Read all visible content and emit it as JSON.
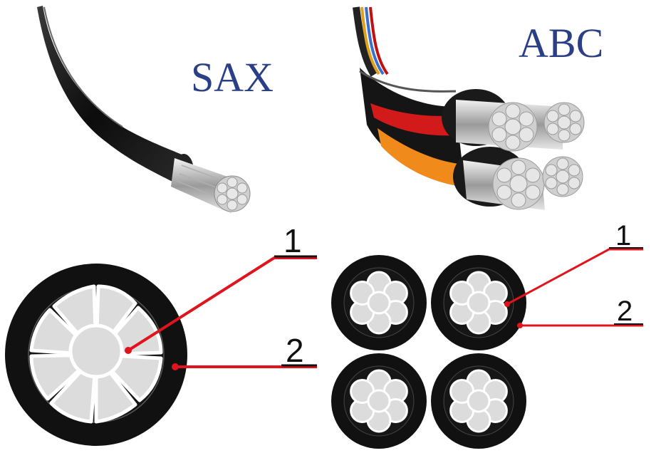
{
  "labels": {
    "sax_title": "SAX",
    "abc_title": "ABC",
    "sax_callout_1": "1",
    "sax_callout_2": "2",
    "abc_callout_1": "1",
    "abc_callout_2": "2"
  },
  "colors": {
    "title": "#2b3f86",
    "leader": "#e0141c",
    "insulation": "#111111",
    "strand": "#dcdcdc",
    "strand_edge": "#ffffff"
  }
}
